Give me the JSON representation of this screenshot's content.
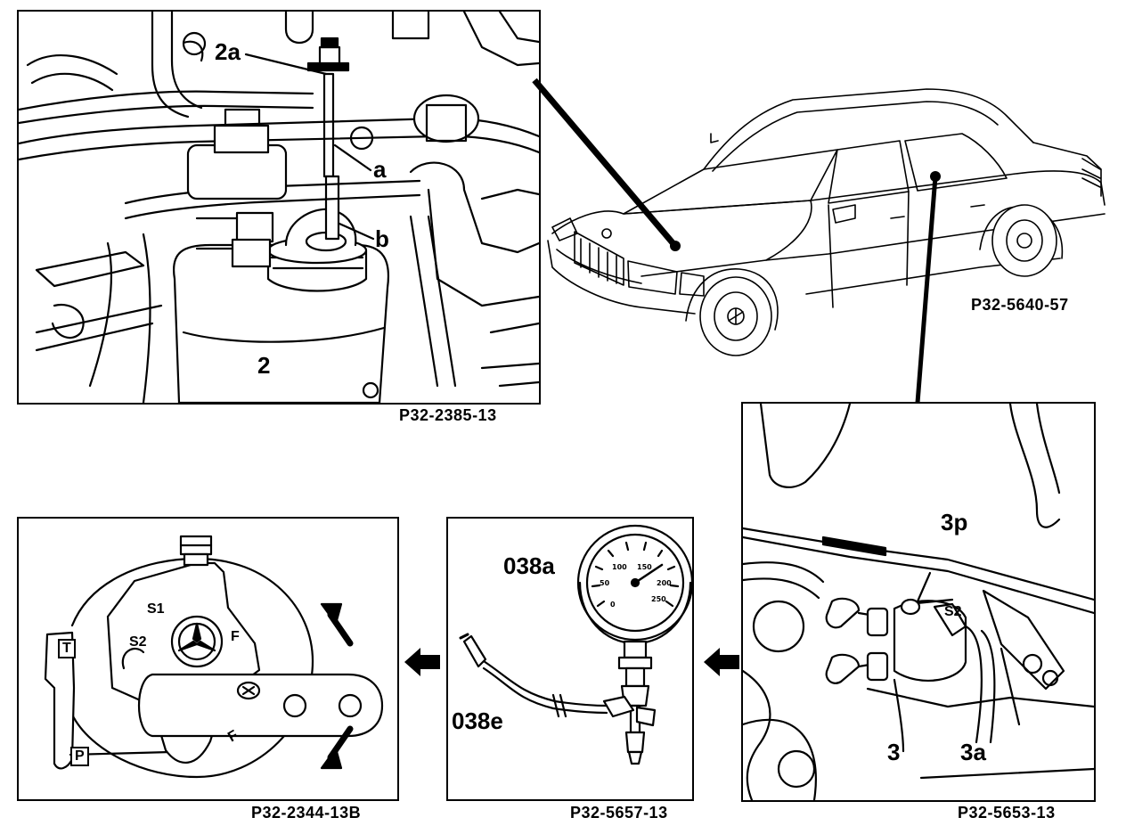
{
  "figures": {
    "engine_bay": {
      "code": "P32-2385-13",
      "labels": {
        "l2a": "2a",
        "la": "a",
        "lb": "b",
        "l2": "2"
      }
    },
    "car": {
      "code": "P32-5640-57"
    },
    "brake_line": {
      "code": "P32-5653-13",
      "labels": {
        "l3p": "3p",
        "ls2": "S2",
        "l3": "3",
        "l3a": "3a"
      }
    },
    "gauge": {
      "code": "P32-5657-13",
      "labels": {
        "l038a": "038a",
        "l038e": "038e"
      },
      "dial": {
        "t0": "0",
        "t50": "50",
        "t100": "100",
        "t150": "150",
        "t200": "200",
        "t250": "250"
      }
    },
    "valve": {
      "code": "P32-2344-13B",
      "labels": {
        "s1": "S1",
        "s2": "S2",
        "f1": "F",
        "f2": "F",
        "t": "T",
        "p": "P"
      }
    }
  },
  "colors": {
    "ink": "#000000",
    "paper": "#ffffff"
  },
  "icons": {
    "flow_arrow": "arrow-left-icon",
    "rotate_up": "arrow-up-right-icon",
    "rotate_down": "arrow-down-left-icon",
    "star": "mercedes-star-icon"
  }
}
